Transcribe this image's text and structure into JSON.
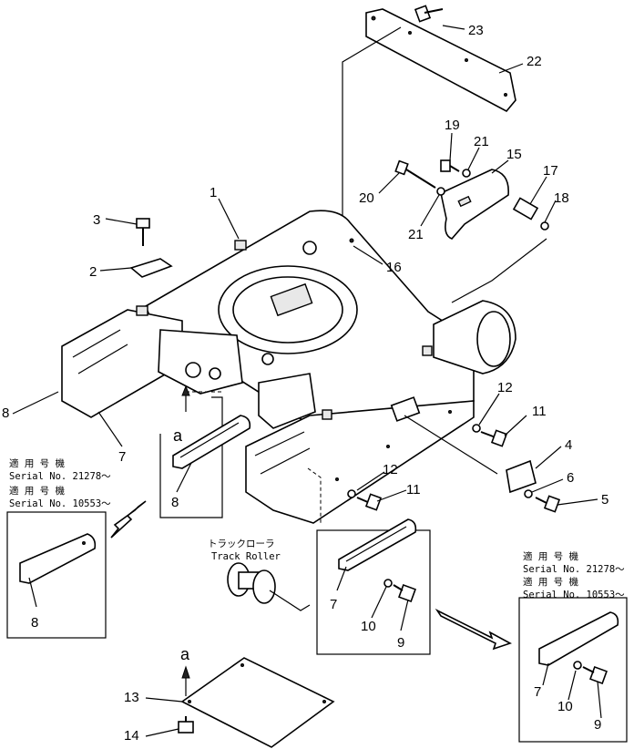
{
  "callouts": {
    "n1": "1",
    "n2": "2",
    "n3": "3",
    "n4": "4",
    "n5": "5",
    "n6": "6",
    "n7": "7",
    "n8": "8",
    "n9": "9",
    "n10": "10",
    "n11": "11",
    "n12": "12",
    "n13": "13",
    "n14": "14",
    "n15": "15",
    "n16": "16",
    "n17": "17",
    "n18": "18",
    "n19": "19",
    "n20": "20",
    "n21": "21",
    "n22": "22",
    "n23": "23"
  },
  "view_marker": "a",
  "track_roller": {
    "jp": "トラックローラ",
    "en": "Track Roller"
  },
  "serial_notes": {
    "applicable_label": "適 用 号 機",
    "serial_1": "Serial No. 21278～",
    "serial_2": "Serial No. 10553～"
  }
}
